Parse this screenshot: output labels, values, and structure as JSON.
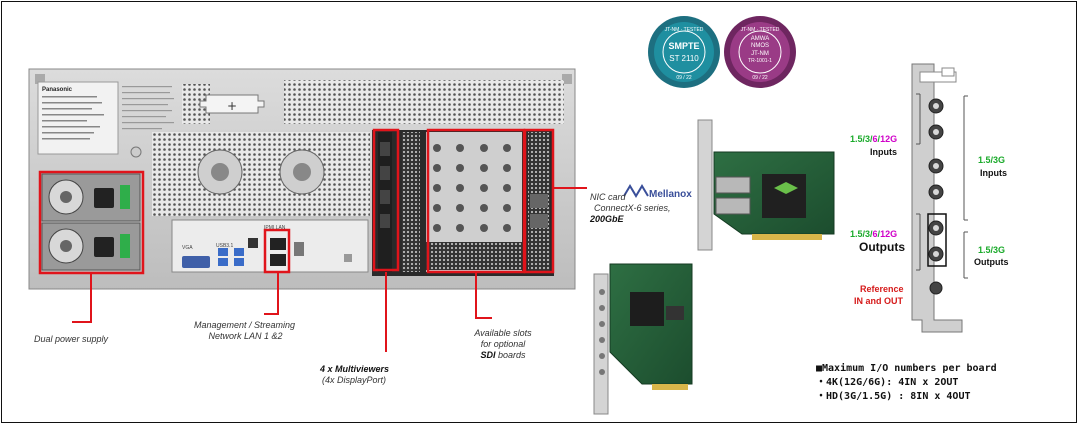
{
  "chassis": {
    "brand": "Panasonic",
    "rear_labels": [
      "VGA",
      "USB3.1",
      "IPMI LAN"
    ]
  },
  "callouts": {
    "power": "Dual power supply",
    "network_line1": "Management / Streaming",
    "network_line2": "Network LAN 1 &2",
    "multiviewer_count": "4 x ",
    "multiviewer_bold": "Multiviewers",
    "multiviewer_sub": "(4x DisplayPort)",
    "slots_line1": "Available slots",
    "slots_line2": "for optional",
    "slots_bold": "SDI",
    "slots_suffix": " boards",
    "nic_line1": "NIC card",
    "nic_line2": "ConnectX-6 series,",
    "nic_line3": "200GbE",
    "nic_brand": "Mellanox"
  },
  "badges": [
    {
      "top": "JT-NM · TESTED",
      "main1": "SMPTE",
      "main2": "ST 2110",
      "bottom": "09 / 22",
      "color": "#1f8fa0"
    },
    {
      "top": "JT-NM · TESTED",
      "main1": "AMWA",
      "main2": "NMOS",
      "main3": "JT-NM",
      "main4": "TR-1001-1",
      "bottom": "09 / 22",
      "color": "#9a3b86"
    }
  ],
  "sdi_card": {
    "inputs_speed_left": {
      "a": "1.5/3/",
      "b": "6",
      "c": "/",
      "d": "12G"
    },
    "inputs_left": "Inputs",
    "inputs_speed_right": "1.5/3G",
    "inputs_right": "Inputs",
    "outputs_speed_left": {
      "a": "1.5/3/",
      "b": "6",
      "c": "/",
      "d": "12G"
    },
    "outputs_left": "Outputs",
    "outputs_speed_right": "1.5/3G",
    "outputs_right": "Outputs",
    "reference_line1": "Reference",
    "reference_line2": "IN and OUT"
  },
  "max_io": {
    "title": "■Maximum I/O numbers per board",
    "line1": "・4K(12G/6G): 4IN x 2OUT",
    "line2": "・HD(3G/1.5G) : 8IN x 4OUT"
  },
  "colors": {
    "callout_red": "#e0141b",
    "green": "#1aaa2a",
    "magenta": "#d000c8"
  }
}
